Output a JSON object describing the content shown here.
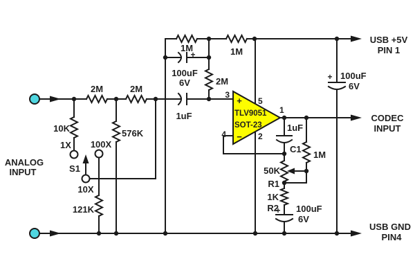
{
  "io": {
    "analog_input": {
      "line1": "ANALOG",
      "line2": "INPUT"
    },
    "usb_5v": {
      "line1": "USB +5V",
      "line2": "PIN 1"
    },
    "codec": {
      "line1": "CODEC",
      "line2": "INPUT"
    },
    "usb_gnd": {
      "line1": "USB GND",
      "line2": "PIN4"
    }
  },
  "input_network": {
    "r_series_1": "2M",
    "r_series_2": "2M",
    "r_shunt_1x": "10K",
    "r_shunt_bottom": "576K",
    "r_shunt_100x": "121K",
    "c_in": "1uF",
    "switch": {
      "name": "S1",
      "pos_1x": "1X",
      "pos_100x": "100X",
      "pos_10x": "10X"
    }
  },
  "bias_network": {
    "r_top_1": "1M",
    "r_top_2": "1M",
    "r_series": "2M",
    "c_bypass": "100uF",
    "c_bypass_v": "6V",
    "c_bypass_plus": "+"
  },
  "opamp": {
    "part": "TLV9051",
    "package": "SOT-23",
    "pin_out": "1",
    "pin_gnd": "2",
    "pin_noninv": "3",
    "pin_inv": "4",
    "pin_vcc": "5",
    "plus": "+",
    "minus": "−"
  },
  "feedback": {
    "c_fb": "1uF",
    "c_fb_name": "C1",
    "r_fb": "1M",
    "pot": "50K",
    "pot_name": "R1",
    "r_gain": "1K",
    "r_gain_name": "R2",
    "c_bulk": "100uF",
    "c_bulk_v": "6V",
    "c_bulk_plus": "+"
  },
  "rail": {
    "c_rail": "100uF",
    "c_rail_v": "6V",
    "c_rail_plus": "+"
  },
  "colors": {
    "wire": "#1a1a1a",
    "text": "#1f1f1f",
    "opamp_fill": "#fdfd00",
    "terminal_fill": "#4fd6e0",
    "background": "#ffffff"
  }
}
